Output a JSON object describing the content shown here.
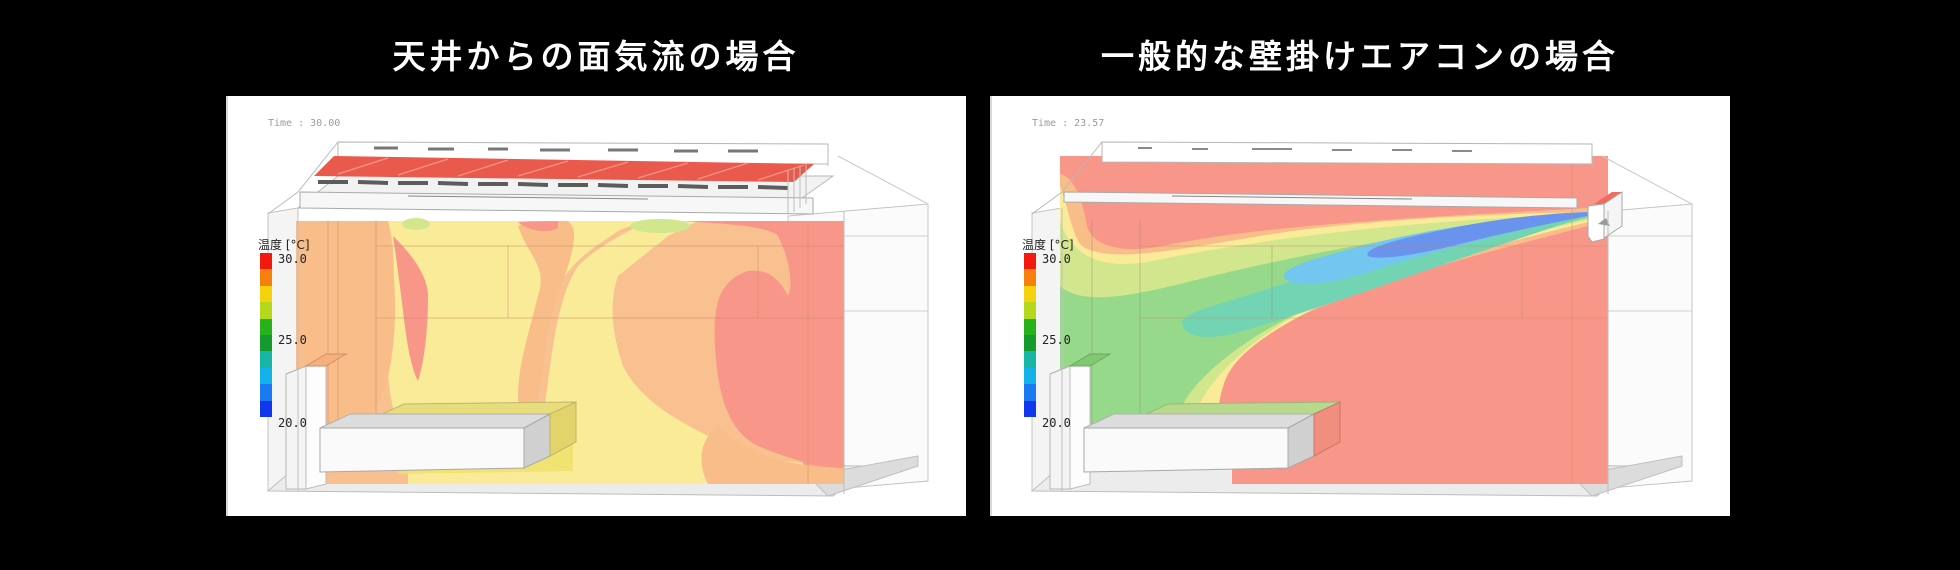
{
  "titles": {
    "left": "天井からの面気流の場合",
    "right": "一般的な壁掛けエアコンの場合"
  },
  "panels": [
    {
      "id": "ceiling-airflow",
      "time_label": "Time : 30.00",
      "legend": {
        "title": "温度 [°C]",
        "max": "30.0",
        "mid": "25.0",
        "min": "20.0",
        "colors": [
          "#f21a0f",
          "#f77f0b",
          "#f6d20d",
          "#b3d81c",
          "#27b21d",
          "#159a2d",
          "#17b6a4",
          "#14b2ea",
          "#1b7af2",
          "#1037ee"
        ]
      }
    },
    {
      "id": "wall-mounted-ac",
      "time_label": "Time : 23.57",
      "legend": {
        "title": "温度 [°C]",
        "max": "30.0",
        "mid": "25.0",
        "min": "20.0",
        "colors": [
          "#f21a0f",
          "#f77f0b",
          "#f6d20d",
          "#b3d81c",
          "#27b21d",
          "#159a2d",
          "#17b6a4",
          "#14b2ea",
          "#1b7af2",
          "#1037ee"
        ]
      }
    }
  ],
  "colors": {
    "background": "#000000",
    "panel": "#ffffff",
    "hot_red": "#f8968a",
    "warm_orange": "#f9bd8a",
    "mild_yellow": "#faeb98",
    "cool_yellowgreen": "#d2e68e",
    "green": "#96d98b",
    "teal": "#73d4b4",
    "light_blue": "#72c6ef",
    "blue": "#6a93ee"
  }
}
